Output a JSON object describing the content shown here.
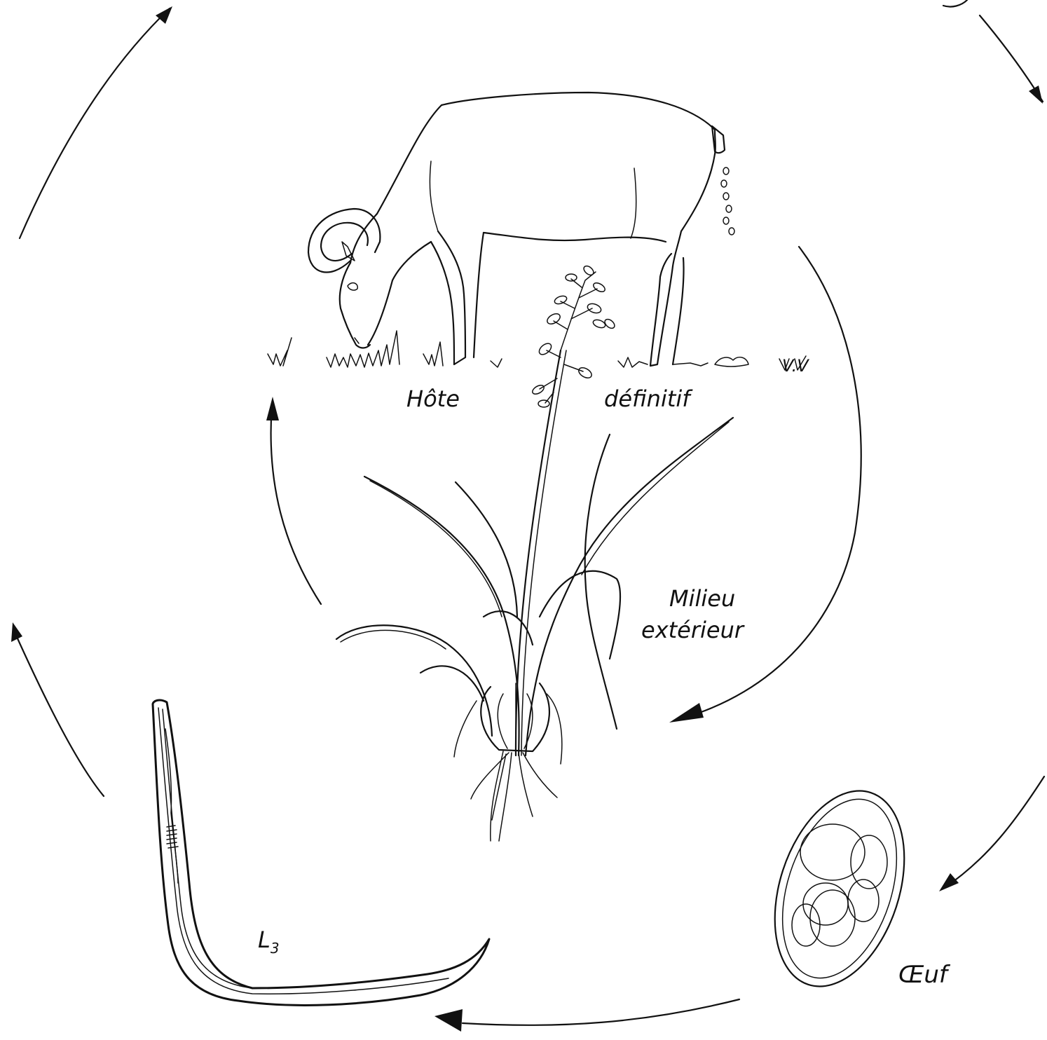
{
  "labels": {
    "host_word1": "Hôte",
    "host_word2": "définitif",
    "env_line1": "Milieu",
    "env_line2": "extérieur",
    "egg": "Œuf",
    "larva_letter": "L",
    "larva_sub": "3",
    "corner_mark": "V.V"
  }
}
